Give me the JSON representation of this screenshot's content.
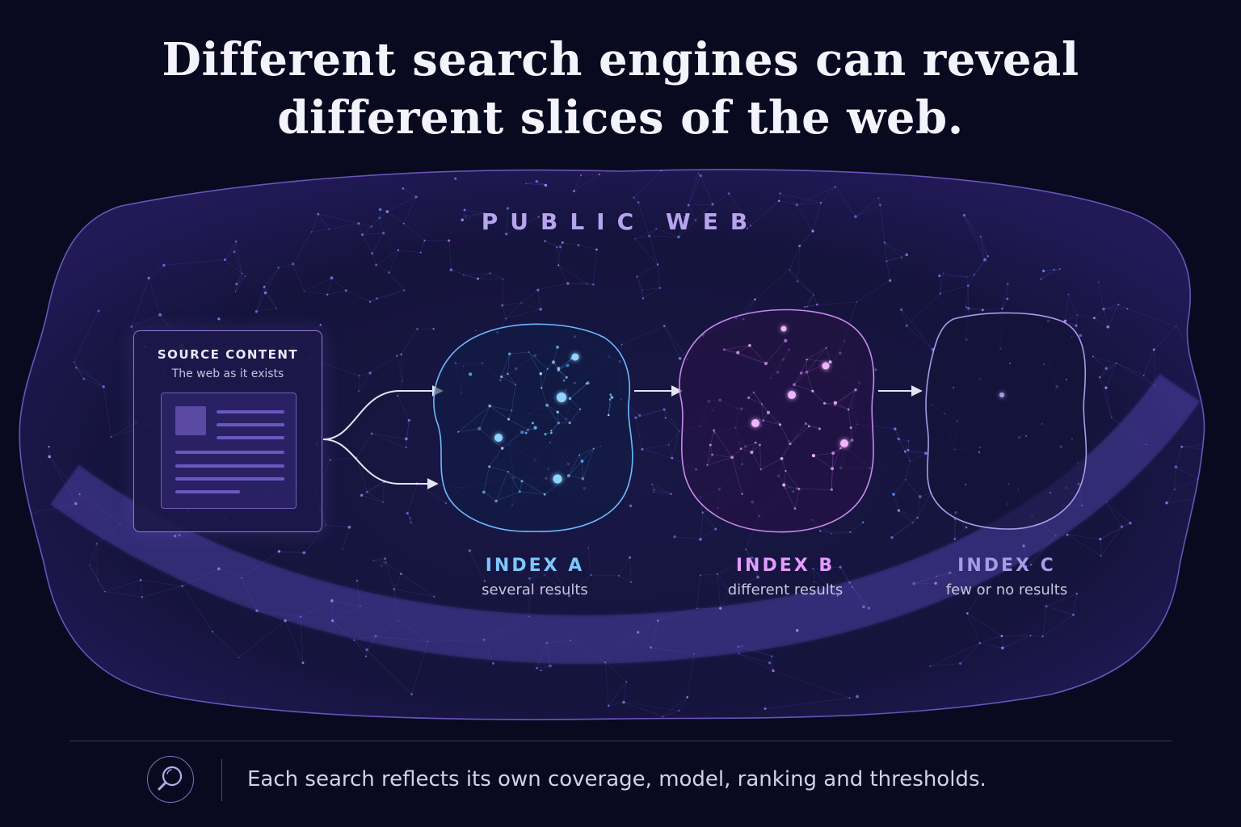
{
  "title": {
    "line1": "Different search engines can reveal",
    "line2": "different slices of the web."
  },
  "region_label": "PUBLIC WEB",
  "source": {
    "title": "SOURCE CONTENT",
    "subtitle": "The web as it exists"
  },
  "indexes": [
    {
      "label": "INDEX A",
      "caption": "several results",
      "color": "#7cc7ff"
    },
    {
      "label": "INDEX B",
      "caption": "different results",
      "color": "#e39cff"
    },
    {
      "label": "INDEX C",
      "caption": "few or no results",
      "color": "#a99be6"
    }
  ],
  "footer": {
    "icon": "search-icon",
    "text": "Each search reflects its own coverage, model, ranking and thresholds."
  },
  "colors": {
    "background": "#090a1f",
    "web_boundary": "#7a5fd0",
    "arrow": "#e6e4f2"
  }
}
